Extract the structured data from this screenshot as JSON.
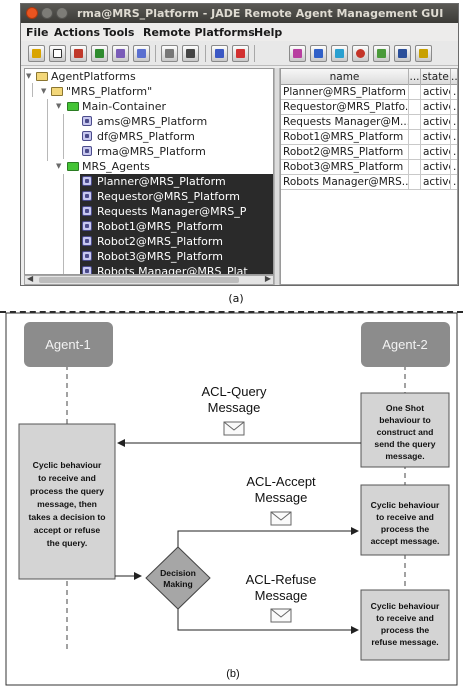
{
  "window": {
    "title": "rma@MRS_Platform - JADE Remote Agent Management GUI",
    "menus": [
      "File",
      "Actions",
      "Tools",
      "Remote Platforms",
      "Help"
    ]
  },
  "tree": {
    "root": "AgentPlatforms",
    "platform": "\"MRS_Platform\"",
    "main_container": "Main-Container",
    "main_agents": [
      "ams@MRS_Platform",
      "df@MRS_Platform",
      "rma@MRS_Platform"
    ],
    "mrs_container": "MRS_Agents",
    "mrs_agents": [
      "Planner@MRS_Platform",
      "Requestor@MRS_Platform",
      "Requests Manager@MRS_P",
      "Robot1@MRS_Platform",
      "Robot2@MRS_Platform",
      "Robot3@MRS_Platform",
      "Robots Manager@MRS_Plat"
    ]
  },
  "table": {
    "columns": [
      "name",
      "...",
      "state",
      "..."
    ],
    "rows": [
      [
        "Planner@MRS_Platform",
        "",
        "active",
        "..."
      ],
      [
        "Requestor@MRS_Platfo...",
        "",
        "active",
        "..."
      ],
      [
        "Requests Manager@M...",
        "",
        "active",
        "..."
      ],
      [
        "Robot1@MRS_Platform",
        "",
        "active",
        "..."
      ],
      [
        "Robot2@MRS_Platform",
        "",
        "active",
        "..."
      ],
      [
        "Robot3@MRS_Platform",
        "",
        "active",
        "..."
      ],
      [
        "Robots Manager@MRS...",
        "",
        "active",
        "..."
      ]
    ]
  },
  "captions": {
    "a": "(a)",
    "b": "(b)"
  },
  "diagram": {
    "agent1": "Agent-1",
    "agent2": "Agent-2",
    "query_label": [
      "ACL-Query",
      "Message"
    ],
    "accept_label": [
      "ACL-Accept",
      "Message"
    ],
    "refuse_label": [
      "ACL-Refuse",
      "Message"
    ],
    "agent1_box": [
      "Cyclic behaviour",
      "to receive and",
      "process the query",
      "message, then",
      "takes a decision to",
      "accept or refuse",
      "the query."
    ],
    "oneshot_box": [
      "One Shot",
      "behaviour to",
      "construct and",
      "send the query",
      "message."
    ],
    "accept_box": [
      "Cyclic behaviour",
      "to receive and",
      "process the",
      "accept message."
    ],
    "refuse_box": [
      "Cyclic behaviour",
      "to receive and",
      "process the",
      "refuse message."
    ],
    "decision": [
      "Decision",
      "Making"
    ]
  },
  "colors": {
    "agent_header": "#8c8c8c",
    "behaviour_box": "#d4d4d4",
    "decision_fill": "#a6a6a6",
    "titlebar": "#3c3b37",
    "selection": "#2a2a2a"
  }
}
